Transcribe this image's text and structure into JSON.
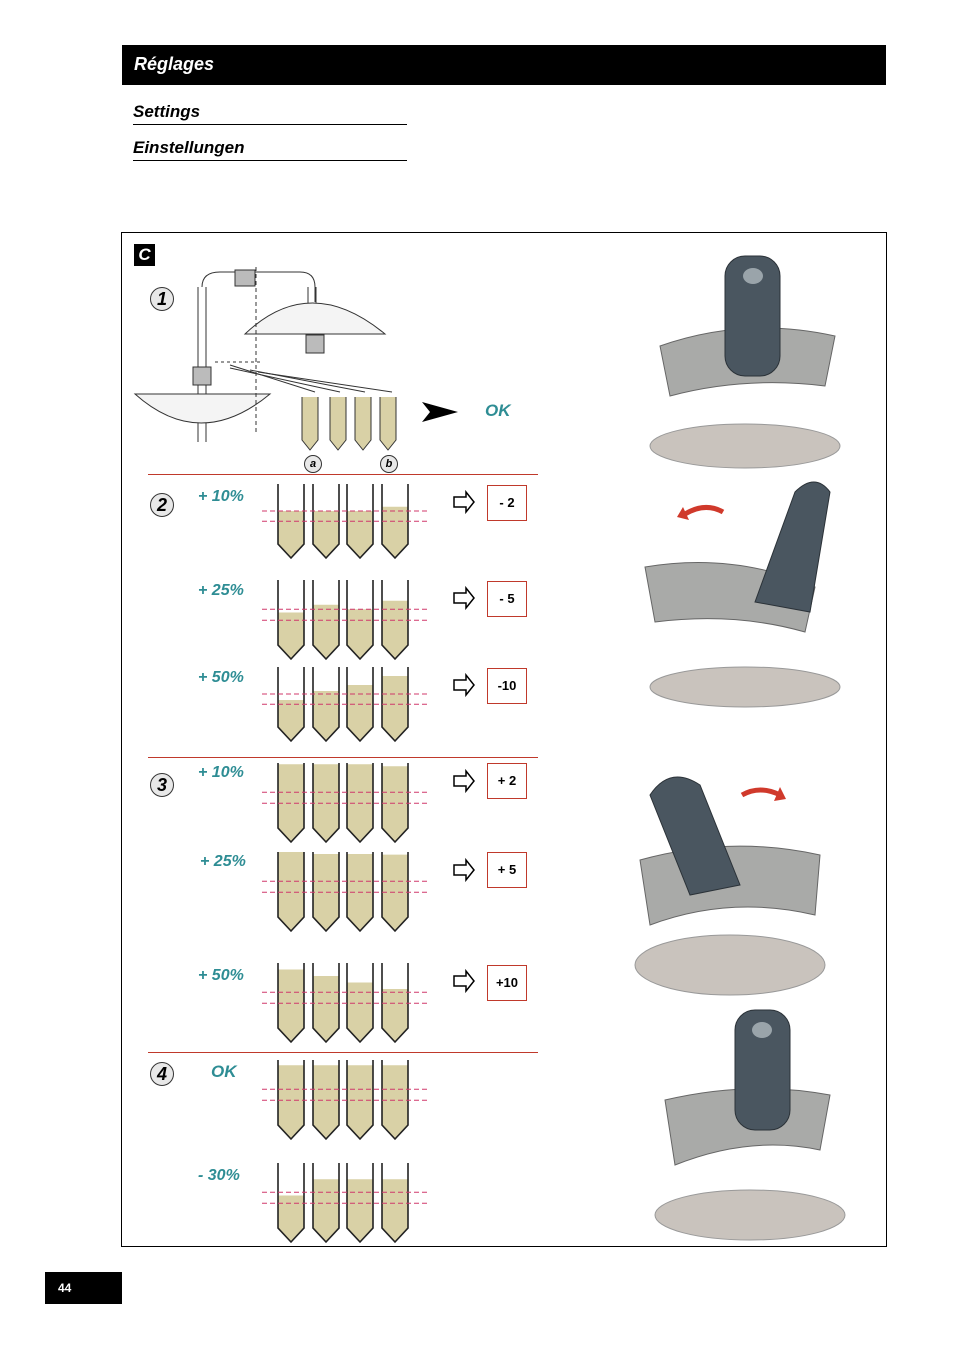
{
  "header": {
    "title": "Réglages"
  },
  "subtitles": [
    "Settings",
    "Einstellungen"
  ],
  "section": {
    "letter": "C"
  },
  "steps": [
    {
      "num": "1",
      "ok": "OK",
      "labels": [
        "a",
        "b"
      ]
    },
    {
      "num": "2",
      "rows": [
        {
          "pct": "+ 10%",
          "adj": "- 2"
        },
        {
          "pct": "+ 25%",
          "adj": "- 5"
        },
        {
          "pct": "+ 50%",
          "adj": "-10"
        }
      ]
    },
    {
      "num": "3",
      "rows": [
        {
          "pct": "+ 10%",
          "adj": "+ 2"
        },
        {
          "pct": "+ 25%",
          "adj": "+ 5"
        },
        {
          "pct": "+ 50%",
          "adj": "+10"
        }
      ]
    },
    {
      "num": "4",
      "rows": [
        {
          "pct": "OK"
        },
        {
          "pct": "- 30%"
        }
      ]
    }
  ],
  "page": {
    "number": "44"
  },
  "colors": {
    "accent": "#2e8d94",
    "red": "#c0392b",
    "fill": "#d9d1a6"
  }
}
